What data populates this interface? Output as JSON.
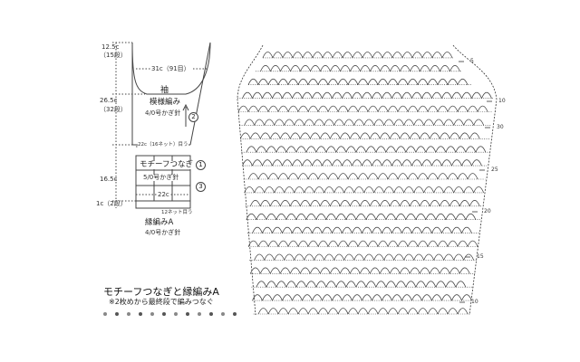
{
  "diagram": {
    "sleeve_title": "袖",
    "pattern_name": "模様編み",
    "hook_main": "4/0号かぎ針",
    "width_top": "31c（91目）",
    "width_mid": "22c（16ネット）目う",
    "width_bottom": "22c",
    "motif_label": "モチーフつなぎ",
    "motif_hook": "5/0号かぎ針",
    "edge_label": "縁編みA",
    "edge_hook": "4/0号かぎ針",
    "net_label": "12ネット目う",
    "circled_1": "1",
    "circled_2": "2",
    "circled_3": "3",
    "dims": {
      "d1": "12.5c",
      "d1_rows": "（15段）",
      "d2": "26.5c",
      "d2_rows": "（32段）",
      "d3": "16.5c",
      "d4": "1c（2段）"
    }
  },
  "caption": {
    "title": "モチーフつなぎと縁編みA",
    "note": "※2枚めから最終段で編みつなぐ"
  },
  "row_markers": [
    "5",
    "10",
    "30",
    "25",
    "20",
    "15",
    "10"
  ],
  "colors": {
    "ink": "#333333",
    "background": "#ffffff"
  }
}
